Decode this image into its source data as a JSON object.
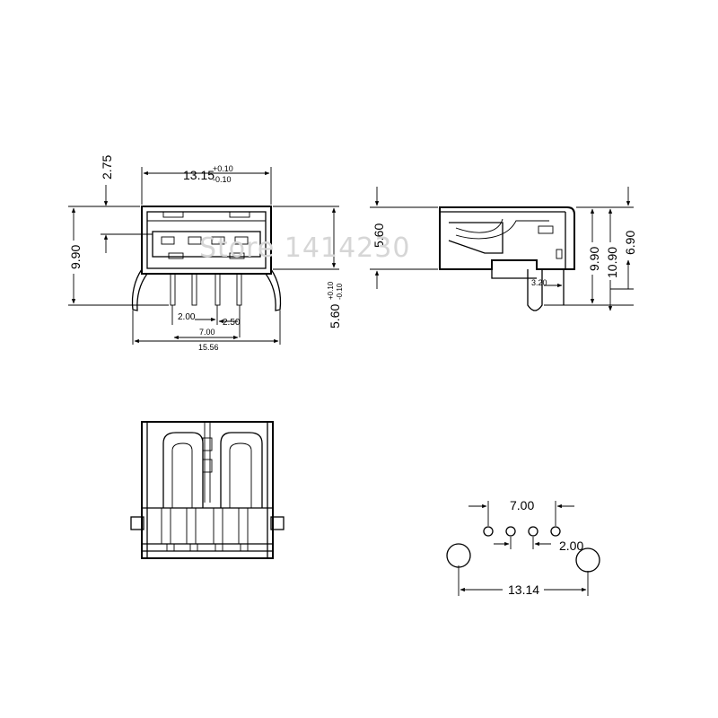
{
  "watermark": "Store 1414230",
  "front_view": {
    "width_nominal": "13.15",
    "width_tol_plus": "+0.10",
    "width_tol_minus": "-0.10",
    "top_offset": "2.75",
    "height": "9.90",
    "right_height_nominal": "5.60",
    "right_height_tol_plus": "+0.10",
    "right_height_tol_minus": "-0.10",
    "pin_pitch_a": "2.00",
    "pin_pitch_b": "2.50",
    "pin_span": "7.00",
    "overall_width": "15.56"
  },
  "side_view": {
    "left_height": "5.60",
    "dim_a": "9.90",
    "dim_b": "10.90",
    "dim_c": "6.90",
    "pin_offset": "3.20"
  },
  "footprint": {
    "pin_span": "7.00",
    "pin_pitch": "2.00",
    "mount_span": "13.14"
  }
}
